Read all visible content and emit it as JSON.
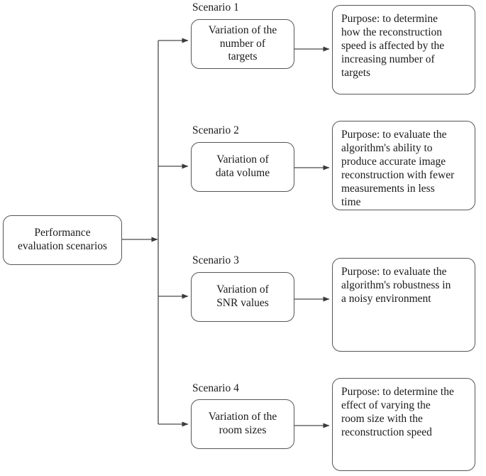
{
  "diagram": {
    "root": {
      "label": "Performance\nevaluation scenarios"
    },
    "branches": [
      {
        "label": "Scenario 1",
        "scenario": "Variation of the\nnumber of\ntargets",
        "purpose": "Purpose: to determine\nhow the reconstruction\nspeed is affected by the\nincreasing number of\ntargets"
      },
      {
        "label": "Scenario 2",
        "scenario": "Variation of\ndata volume",
        "purpose": "Purpose: to evaluate the\nalgorithm's ability to\nproduce accurate image\nreconstruction with fewer\nmeasurements in less\ntime"
      },
      {
        "label": "Scenario 3",
        "scenario": "Variation of\nSNR values",
        "purpose": "Purpose: to evaluate the\nalgorithm's robustness in\na noisy environment"
      },
      {
        "label": "Scenario 4",
        "scenario": "Variation of the\nroom sizes",
        "purpose": "Purpose: to determine the\neffect of varying the\nroom size with the\nreconstruction speed"
      }
    ],
    "colors": {
      "stroke": "#4a4a4a",
      "text": "#1a1a1a",
      "background": "#ffffff"
    }
  }
}
